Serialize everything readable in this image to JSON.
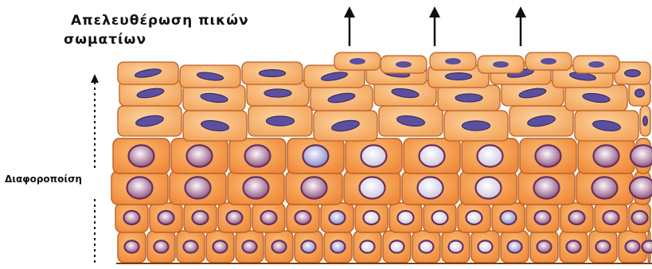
{
  "labels": {
    "title_line_1": "Απελευθέρωση πικών",
    "title_line_2": "σωματίων",
    "side": "Διαφοροποίση"
  },
  "colors": {
    "cell_fill_light": "#fbbf78",
    "cell_fill_dark": "#f08a3a",
    "cell_outline": "#b8612a",
    "nucleus_purple": "#8a4a78",
    "nucleus_blue": "#7c86c8",
    "nucleus_white": "#fdf6fb",
    "flat_nucleus": "#5b4fa0",
    "arrow": "#111111"
  },
  "icons": {
    "release_arrows": "up-arrow-icon",
    "differentiation_arrow": "dotted-up-arrow-icon"
  }
}
